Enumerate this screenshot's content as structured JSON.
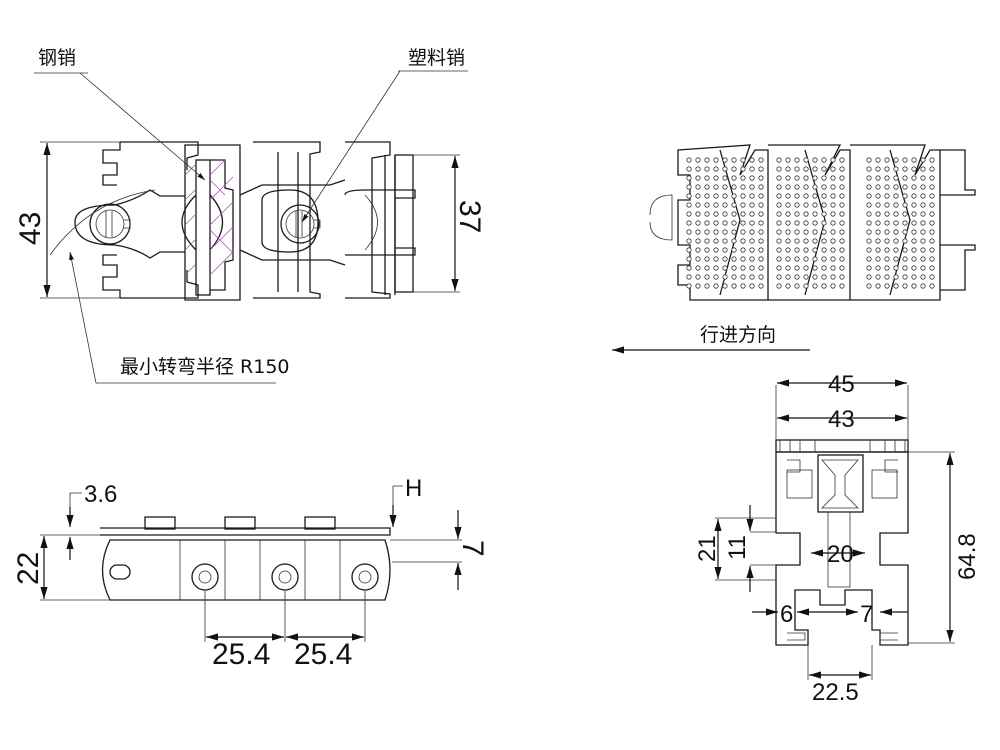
{
  "top_view": {
    "steel_pin_label": "钢销",
    "plastic_pin_label": "塑料销",
    "min_radius_label": "最小转弯半径 R150",
    "dim_width": "43",
    "dim_inner": "37"
  },
  "belt_view": {
    "direction_label": "行进方向"
  },
  "side_view": {
    "dim_top": "3.6",
    "dim_h": "H",
    "dim_height": "22",
    "dim_7": "7",
    "pitch_1": "25.4",
    "pitch_2": "25.4"
  },
  "section_view": {
    "dim_45": "45",
    "dim_43": "43",
    "dim_64_8": "64.8",
    "dim_21": "21",
    "dim_11": "11",
    "dim_20": "20",
    "dim_6": "6",
    "dim_7": "7",
    "dim_22_5": "22.5"
  }
}
